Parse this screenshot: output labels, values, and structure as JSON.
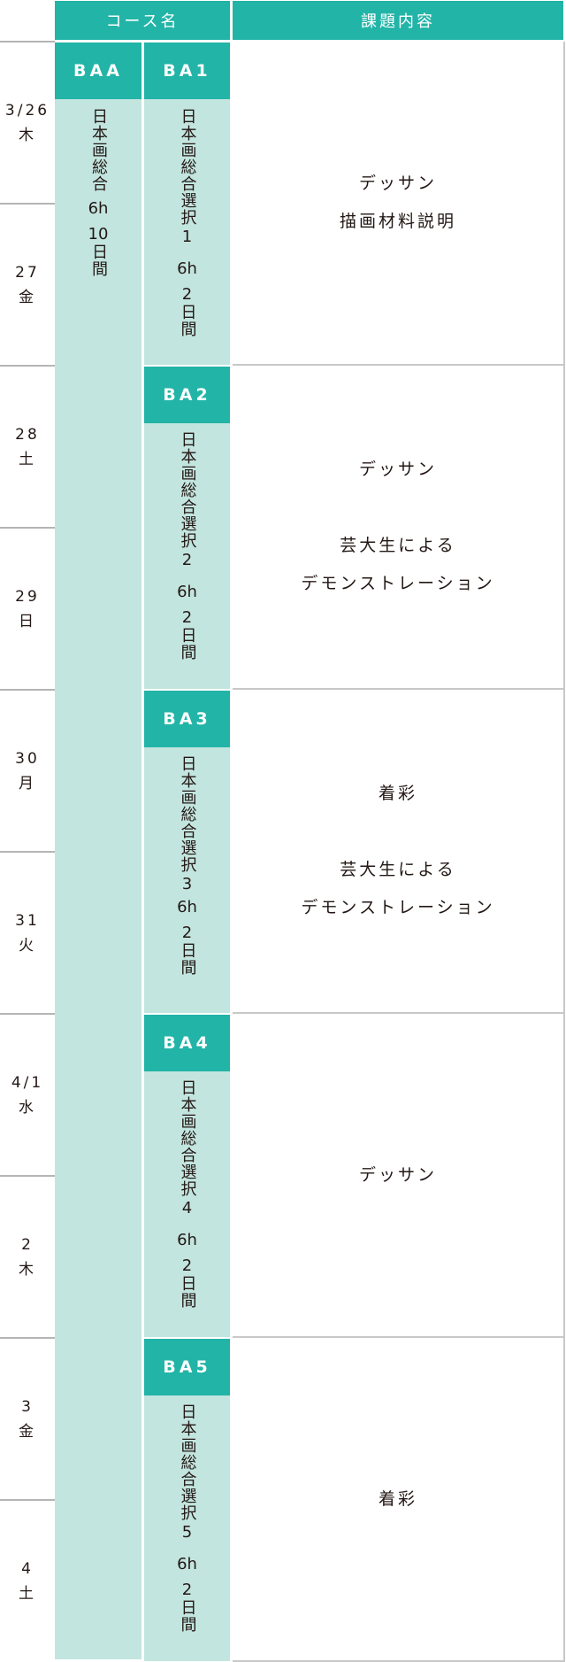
{
  "header": {
    "course_label": "コース名",
    "content_label": "課題内容"
  },
  "colors": {
    "accent": "#22b4a7",
    "light_accent": "#c3e5df",
    "text": "#231815",
    "divider": "#b5b5b5"
  },
  "dates": [
    {
      "day": "3/26",
      "weekday": "木"
    },
    {
      "day": "27",
      "weekday": "金"
    },
    {
      "day": "28",
      "weekday": "土"
    },
    {
      "day": "29",
      "weekday": "日"
    },
    {
      "day": "30",
      "weekday": "月"
    },
    {
      "day": "31",
      "weekday": "火"
    },
    {
      "day": "4/1",
      "weekday": "水"
    },
    {
      "day": "2",
      "weekday": "木"
    },
    {
      "day": "3",
      "weekday": "金"
    },
    {
      "day": "4",
      "weekday": "土"
    }
  ],
  "main_course": {
    "code": "BAA",
    "name": "日本画総合",
    "hours": "6h",
    "duration_num": "10",
    "duration_unit": "日間"
  },
  "courses": [
    {
      "code": "BA1",
      "name": "日本画総合選択",
      "num": "1",
      "hours": "6h",
      "duration_num": "2",
      "duration_unit": "日間",
      "content": [
        "デッサン",
        "描画材料説明"
      ]
    },
    {
      "code": "BA2",
      "name": "日本画総合選択",
      "num": "2",
      "hours": "6h",
      "duration_num": "2",
      "duration_unit": "日間",
      "content": [
        "デッサン",
        "",
        "芸大生による",
        "デモンストレーション"
      ]
    },
    {
      "code": "BA3",
      "name": "日本画総合選択",
      "num": "3",
      "hours": "6h",
      "duration_num": "2",
      "duration_unit": "日間",
      "content": [
        "着彩",
        "",
        "芸大生による",
        "デモンストレーション"
      ]
    },
    {
      "code": "BA4",
      "name": "日本画総合選択",
      "num": "4",
      "hours": "6h",
      "duration_num": "2",
      "duration_unit": "日間",
      "content": [
        "デッサン"
      ]
    },
    {
      "code": "BA5",
      "name": "日本画総合選択",
      "num": "5",
      "hours": "6h",
      "duration_num": "2",
      "duration_unit": "日間",
      "content": [
        "着彩"
      ]
    }
  ]
}
